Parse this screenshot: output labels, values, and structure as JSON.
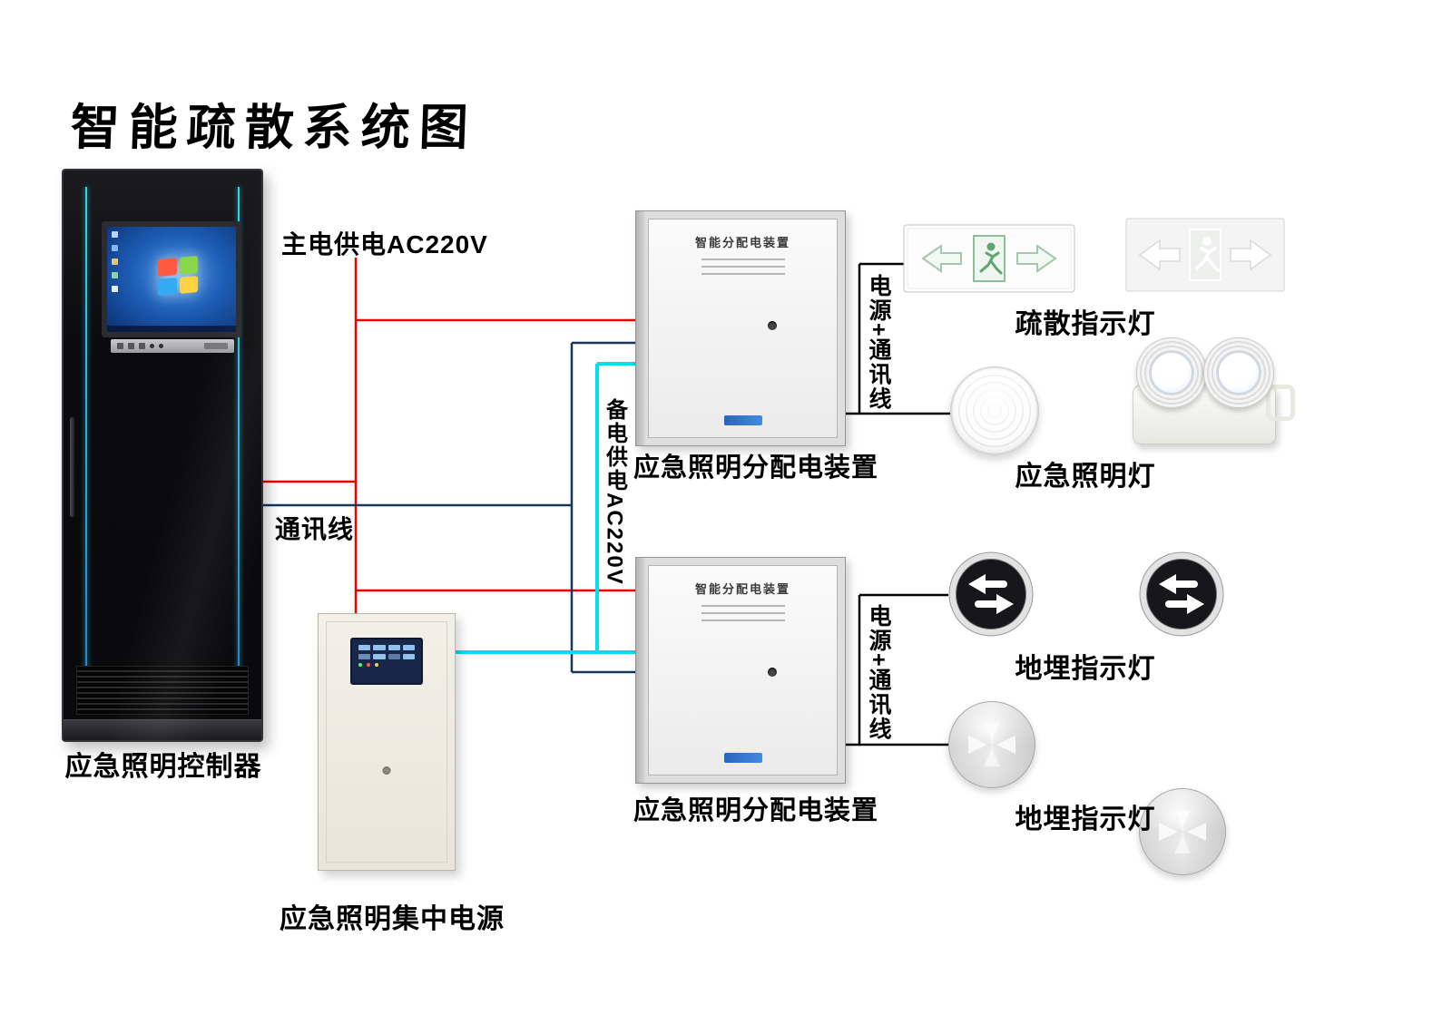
{
  "title": "智能疏散系统图",
  "colors": {
    "main_power_line": "#f10000",
    "comm_line": "#17365d",
    "backup_power_line": "#00dff2",
    "device_line": "#000000"
  },
  "connections": {
    "main_power_label": "主电供电AC220V",
    "comm_label": "通讯线",
    "backup_power_label": "备电供电AC220V",
    "power_comm_top_label": "电源+通讯线",
    "power_comm_bottom_label": "电源+通讯线"
  },
  "devices": {
    "controller": {
      "label": "应急照明控制器"
    },
    "central_power": {
      "label": "应急照明集中电源"
    },
    "dist_box_top": {
      "panel_title": "智能分配电装置",
      "label": "应急照明分配电装置"
    },
    "dist_box_bottom": {
      "panel_title": "智能分配电装置",
      "label": "应急照明分配电装置"
    },
    "exit_signs": {
      "label": "疏散指示灯"
    },
    "emergency_lights": {
      "label": "应急照明灯"
    },
    "buried_lights_top": {
      "label": "地埋指示灯"
    },
    "buried_lights_bottom": {
      "label": "地埋指示灯"
    }
  },
  "icons": {
    "windows_logo": "windows-flag",
    "running_man": "exit-running-man",
    "double_arrow": "left-right-arrows",
    "lock": "door-lock"
  }
}
